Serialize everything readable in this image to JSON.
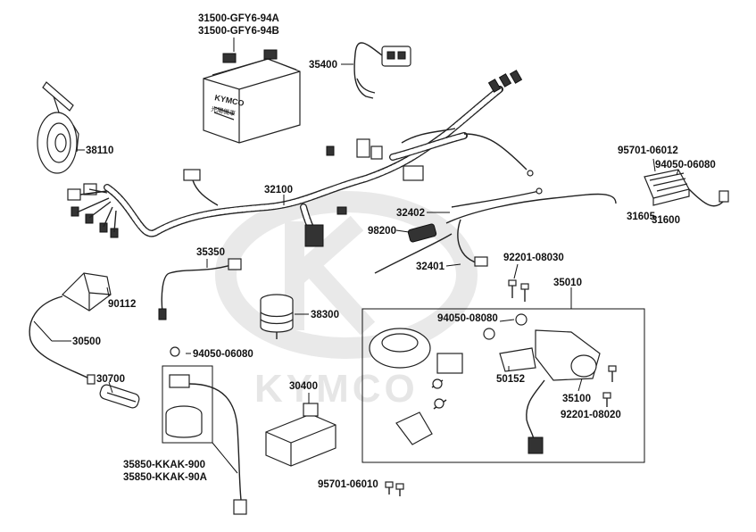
{
  "watermark": {
    "brand": "KYMCO"
  },
  "battery": {
    "brand": "KYMCO",
    "chinese": "光陽機車"
  },
  "labels": {
    "p31500a": "31500-GFY6-94A",
    "p31500b": "31500-GFY6-94B",
    "p35400": "35400",
    "p38110": "38110",
    "p95701_06012": "95701-06012",
    "p94050_06080_top": "94050-06080",
    "p32100": "32100",
    "p32402": "32402",
    "p98200": "98200",
    "p31605": "31605",
    "p31600": "31600",
    "p35350": "35350",
    "p32401": "32401",
    "p92201_08030": "92201-08030",
    "p35010": "35010",
    "p90112": "90112",
    "p38300": "38300",
    "p94050_08080": "94050-08080",
    "p30500": "30500",
    "p94050_06080_mid": "94050-06080",
    "p30700": "30700",
    "p30400": "30400",
    "p50152": "50152",
    "p35100": "35100",
    "p92201_08020": "92201-08020",
    "p35850a": "35850-KKAK-900",
    "p35850b": "35850-KKAK-90A",
    "p95701_06010": "95701-06010"
  }
}
